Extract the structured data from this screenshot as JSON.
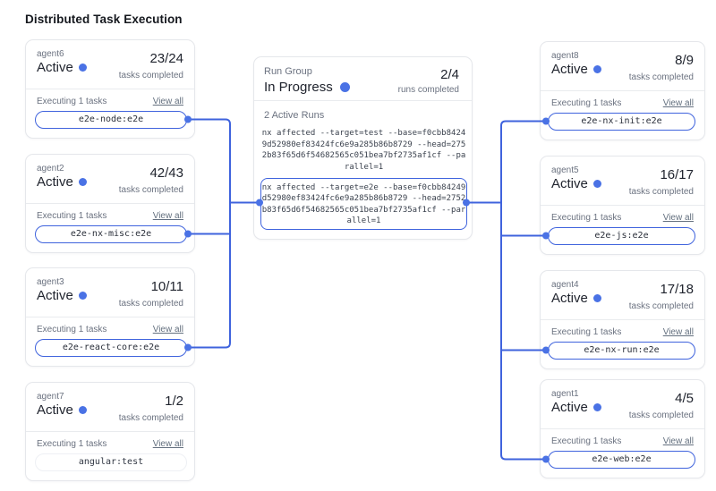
{
  "page": {
    "title": "Distributed Task Execution"
  },
  "colors": {
    "accent": "#4a72e5",
    "connector": "#3f63dd",
    "card_border": "#e5e7eb"
  },
  "run_group": {
    "label": "Run Group",
    "status": "In Progress",
    "status_icon": "blue-dot",
    "runs_count": "2/4",
    "runs_caption": "runs completed",
    "active_runs_label": "2 Active Runs",
    "runs": [
      {
        "command": "nx affected --target=test --base=f0cbb84249d52980ef83424fc6e9a285b86b8729 --head=2752b83f65d6f54682565c051bea7bf2735af1cf --parallel=1",
        "highlighted": false
      },
      {
        "command": "nx affected --target=e2e --base=f0cbb84249d52980ef83424fc6e9a285b86b8729 --head=2752b83f65d6f54682565c051bea7bf2735af1cf --parallel=1",
        "highlighted": true
      }
    ]
  },
  "agents_left": [
    {
      "name": "agent6",
      "status": "Active",
      "count": "23/24",
      "count_caption": "tasks completed",
      "executing_label": "Executing 1 tasks",
      "view_all_label": "View all",
      "task": "e2e-node:e2e",
      "task_highlighted": true
    },
    {
      "name": "agent2",
      "status": "Active",
      "count": "42/43",
      "count_caption": "tasks completed",
      "executing_label": "Executing 1 tasks",
      "view_all_label": "View all",
      "task": "e2e-nx-misc:e2e",
      "task_highlighted": true
    },
    {
      "name": "agent3",
      "status": "Active",
      "count": "10/11",
      "count_caption": "tasks completed",
      "executing_label": "Executing 1 tasks",
      "view_all_label": "View all",
      "task": "e2e-react-core:e2e",
      "task_highlighted": true
    },
    {
      "name": "agent7",
      "status": "Active",
      "count": "1/2",
      "count_caption": "tasks completed",
      "executing_label": "Executing 1 tasks",
      "view_all_label": "View all",
      "task": "angular:test",
      "task_highlighted": false
    }
  ],
  "agents_right": [
    {
      "name": "agent8",
      "status": "Active",
      "count": "8/9",
      "count_caption": "tasks completed",
      "executing_label": "Executing 1 tasks",
      "view_all_label": "View all",
      "task": "e2e-nx-init:e2e",
      "task_highlighted": true
    },
    {
      "name": "agent5",
      "status": "Active",
      "count": "16/17",
      "count_caption": "tasks completed",
      "executing_label": "Executing 1 tasks",
      "view_all_label": "View all",
      "task": "e2e-js:e2e",
      "task_highlighted": true
    },
    {
      "name": "agent4",
      "status": "Active",
      "count": "17/18",
      "count_caption": "tasks completed",
      "executing_label": "Executing 1 tasks",
      "view_all_label": "View all",
      "task": "e2e-nx-run:e2e",
      "task_highlighted": true
    },
    {
      "name": "agent1",
      "status": "Active",
      "count": "4/5",
      "count_caption": "tasks completed",
      "executing_label": "Executing 1 tasks",
      "view_all_label": "View all",
      "task": "e2e-web:e2e",
      "task_highlighted": true
    }
  ]
}
